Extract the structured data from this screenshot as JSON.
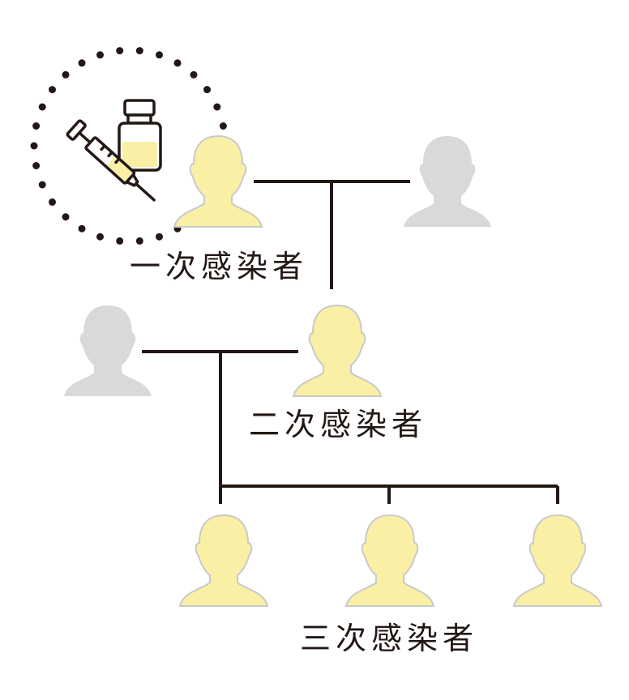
{
  "labels": {
    "primary": "一次感染者",
    "secondary": "二次感染者",
    "tertiary": "三次感染者"
  },
  "icons": {
    "vaccine": "syringe-and-vial-icon",
    "person": "person-icon"
  },
  "people": [
    {
      "role": "primary",
      "status": "infected"
    },
    {
      "role": "primary-contact",
      "status": "not-infected"
    },
    {
      "role": "secondary-contact",
      "status": "not-infected"
    },
    {
      "role": "secondary",
      "status": "infected"
    },
    {
      "role": "tertiary",
      "status": "infected"
    },
    {
      "role": "tertiary",
      "status": "infected"
    },
    {
      "role": "tertiary",
      "status": "infected"
    }
  ],
  "colors": {
    "infected_fill": "#FAF0A5",
    "infected_stroke": "#C9C9C9",
    "not_infected_fill": "#D9D9D9",
    "line": "#231815",
    "dots": "#231815"
  }
}
